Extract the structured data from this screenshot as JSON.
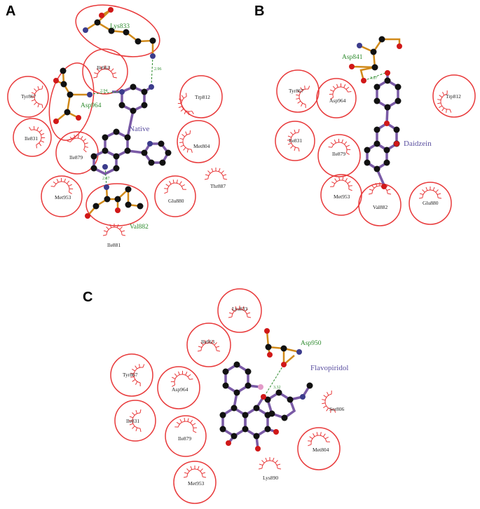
{
  "colors": {
    "residue_circle": "#e8393a",
    "ligand_bond": "#7a5aa6",
    "residue_bond": "#d18a1a",
    "hbond": "#2e8b2e",
    "carbon": "#111111",
    "oxygen": "#d01818",
    "nitrogen": "#3c3c8c",
    "ligand_label": "#5a4fa0",
    "hbond_residue_label": "#2e8b2e"
  },
  "panels": [
    {
      "label": "A",
      "ligand": "Native",
      "hbond_residues": [
        "Lys833",
        "Asp964",
        "Val882"
      ],
      "hbond_distances": [
        "2.96",
        "2.94",
        "2.87"
      ],
      "contact_residues": [
        "Ile963",
        "Tyr867",
        "Trp812",
        "Ile831",
        "Ile879",
        "Met804",
        "Thr887",
        "Met953",
        "Glu880",
        "Ile881"
      ]
    },
    {
      "label": "B",
      "ligand": "Daidzein",
      "hbond_residues": [
        "Asp841"
      ],
      "hbond_distances": [
        "3.07"
      ],
      "contact_residues": [
        "Tyr867",
        "Asp964",
        "Trp812",
        "Ile831",
        "Ile879",
        "Met953",
        "Val882",
        "Glu880"
      ]
    },
    {
      "label": "C",
      "ligand": "Flavopiridol",
      "hbond_residues": [
        "Asp950"
      ],
      "hbond_distances": [
        "3.32"
      ],
      "contact_residues": [
        "Lys833",
        "Ile963",
        "Tyr867",
        "Asp964",
        "Ser806",
        "Ile831",
        "Ile879",
        "Met804",
        "Met953",
        "Lys890"
      ]
    }
  ]
}
